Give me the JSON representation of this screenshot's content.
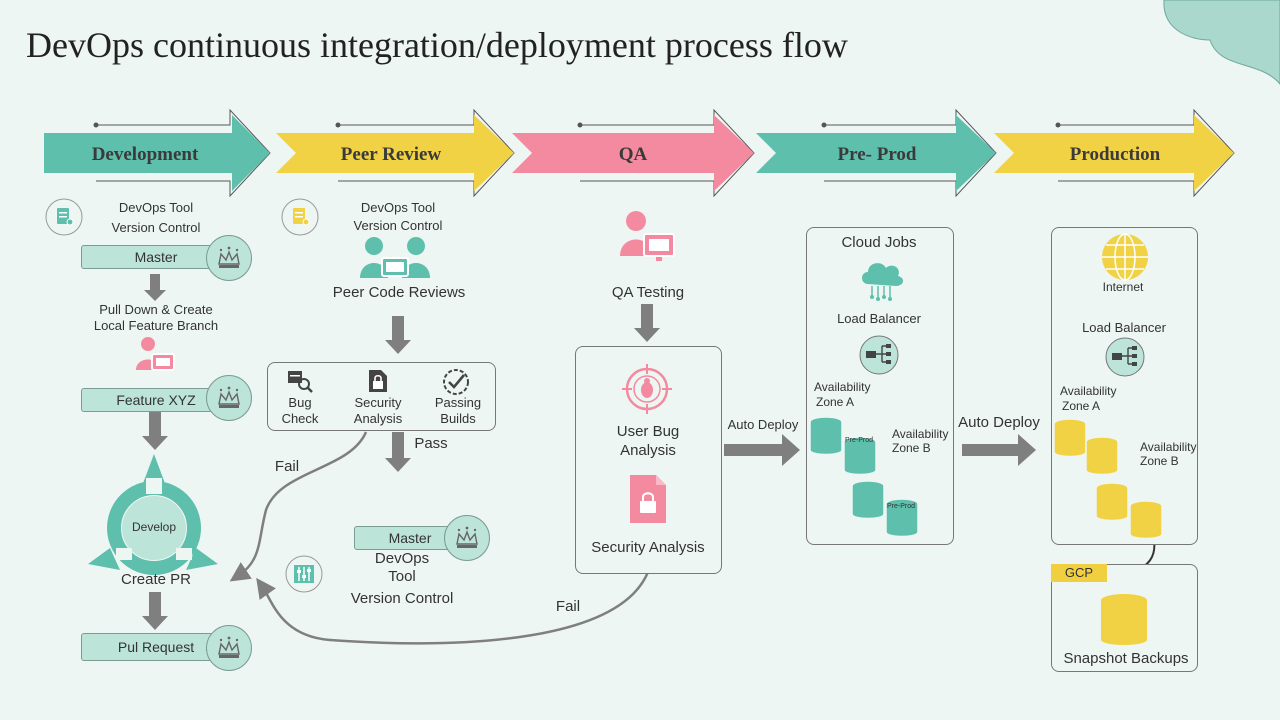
{
  "title": "DevOps continuous integration/deployment process flow",
  "stages": [
    {
      "label": "Development",
      "color": "#5ebfad"
    },
    {
      "label": "Peer Review",
      "color": "#f1d244"
    },
    {
      "label": "QA",
      "color": "#f48aa0"
    },
    {
      "label": "Pre- Prod",
      "color": "#5ebfad"
    },
    {
      "label": "Production",
      "color": "#f1d244"
    }
  ],
  "development": {
    "tool_line1": "DevOps Tool",
    "tool_line2": "Version Control",
    "master": "Master",
    "pull_line1": "Pull Down & Create",
    "pull_line2": "Local Feature Branch",
    "feature": "Feature XYZ",
    "develop": "Develop",
    "create_pr": "Create PR",
    "pull_request": "Pul Request"
  },
  "peer_review": {
    "tool_line1": "DevOps  Tool",
    "tool_line2": "Version Control",
    "peer_code_reviews": "Peer Code Reviews",
    "checks": [
      {
        "line1": "Bug",
        "line2": "Check"
      },
      {
        "line1": "Security",
        "line2": "Analysis"
      },
      {
        "line1": "Passing",
        "line2": "Builds"
      }
    ],
    "pass": "Pass",
    "fail": "Fail",
    "master": "Master",
    "devops_line1": "DevOps",
    "devops_line2": "Tool",
    "devops_line3": "Version Control"
  },
  "qa": {
    "qa_testing": "QA Testing",
    "user_bug_line1": "User Bug",
    "user_bug_line2": "Analysis",
    "security_analysis": "Security Analysis",
    "fail": "Fail"
  },
  "pre_prod": {
    "auto_deploy": "Auto Deploy",
    "cloud_jobs": "Cloud Jobs",
    "load_balancer": "Load Balancer",
    "zone_a_line1": "Availability",
    "zone_a_line2": "Zone A",
    "zone_b_line1": "Availability",
    "zone_b_line2": "Zone B",
    "db_label": "Pre-Prod"
  },
  "production": {
    "auto_deploy": "Auto Deploy",
    "internet": "Internet",
    "load_balancer": "Load Balancer",
    "zone_a_line1": "Availability",
    "zone_a_line2": "Zone A",
    "zone_b_line1": "Availability",
    "zone_b_line2": "Zone B",
    "gcp": "GCP",
    "snapshot_backups": "Snapshot Backups"
  },
  "colors": {
    "teal": "#5ebfad",
    "yellow": "#f1d244",
    "pink": "#f48aa0",
    "arrow_gray": "#7f7f7f",
    "db_yellow": "#f1d244",
    "db_teal": "#5ebfad"
  }
}
